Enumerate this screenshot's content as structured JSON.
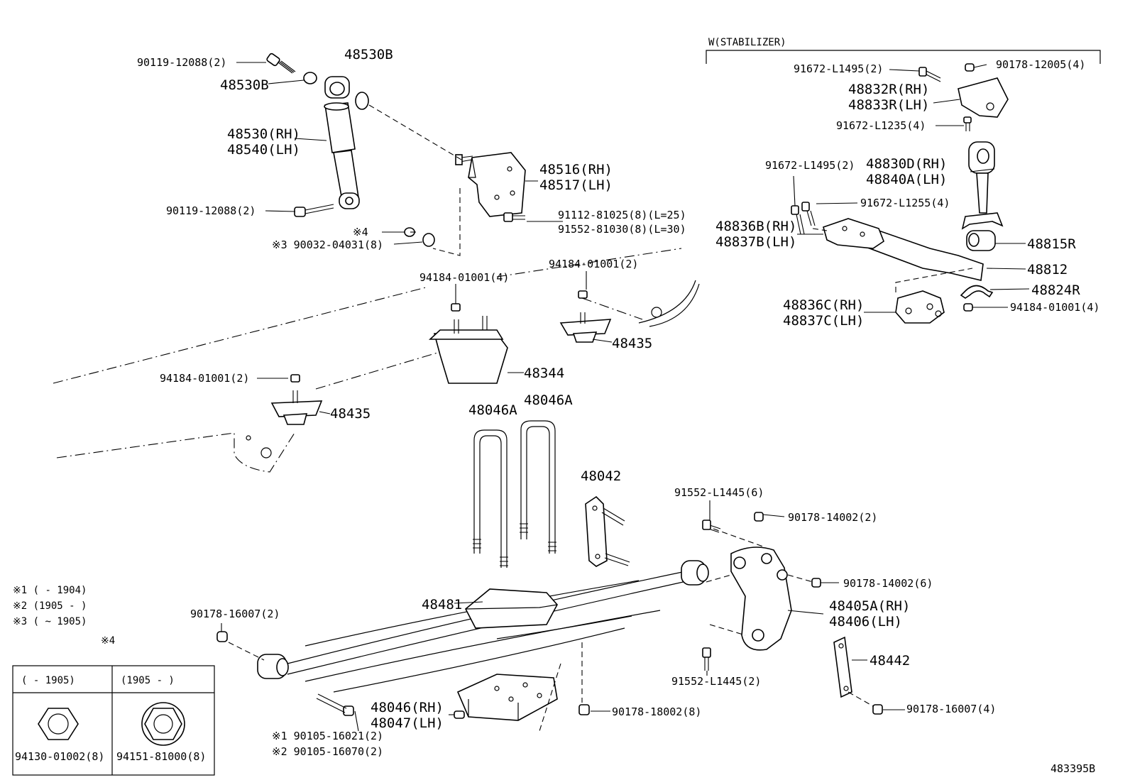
{
  "diagram_id": "483395B",
  "stabilizer_title": "W(STABILIZER)",
  "notes": {
    "n1": "※1 (      - 1904)",
    "n2": "※2 (1905 -      )",
    "n3": "※3 (      ~ 1905)",
    "n4": "※4"
  },
  "table": {
    "col1_header": "(      - 1905)",
    "col2_header": "(1905 -     )",
    "col1_part": "94130-01002(8)",
    "col2_part": "94151-81000(8)"
  },
  "labels": {
    "l_90119_top": "90119-12088(2)",
    "l_48530B_top": "48530B",
    "l_48530B_left": "48530B",
    "l_48530": "48530(RH)",
    "l_48540": "48540(LH)",
    "l_90119_bot": "90119-12088(2)",
    "l_48516": "48516(RH)",
    "l_48517": "48517(LH)",
    "l_91112": "91112-81025(8)(L=25)",
    "l_91552_81030": "91552-81030(8)(L=30)",
    "l_x4": "※4",
    "l_90032": "※3 90032-04031(8)",
    "l_94184_a": "94184-01001(4)",
    "l_94184_b": "94184-01001(2)",
    "l_94184_c": "94184-01001(2)",
    "l_48435_a": "48435",
    "l_48435_b": "48435",
    "l_48344": "48344",
    "l_48046A_a": "48046A",
    "l_48046A_b": "48046A",
    "l_48042": "48042",
    "l_48481": "48481",
    "l_90178_16007_l": "90178-16007(2)",
    "l_90105_1": "※1 90105-16021(2)",
    "l_90105_2": "※2 90105-16070(2)",
    "l_48046": "48046(RH)",
    "l_48047": "48047(LH)",
    "l_90178_18002": "90178-18002(8)",
    "l_91552_L1445_6": "91552-L1445(6)",
    "l_90178_14002_2": "90178-14002(2)",
    "l_90178_14002_6": "90178-14002(6)",
    "l_48405A": "48405A(RH)",
    "l_48406": "48406(LH)",
    "l_91552_L1445_2": "91552-L1445(2)",
    "l_48442": "48442",
    "l_90178_16007_r": "90178-16007(4)",
    "s_91672_L1495_a": "91672-L1495(2)",
    "s_90178_12005": "90178-12005(4)",
    "s_48832R": "48832R(RH)",
    "s_48833R": "48833R(LH)",
    "s_91672_L1235": "91672-L1235(4)",
    "s_91672_L1495_b": "91672-L1495(2)",
    "s_48830D": "48830D(RH)",
    "s_48840A": "48840A(LH)",
    "s_91672_L1255": "91672-L1255(4)",
    "s_48836B": "48836B(RH)",
    "s_48837B": "48837B(LH)",
    "s_48815R": "48815R",
    "s_48812": "48812",
    "s_48824R": "48824R",
    "s_48836C": "48836C(RH)",
    "s_48837C": "48837C(LH)",
    "s_94184": "94184-01001(4)"
  }
}
